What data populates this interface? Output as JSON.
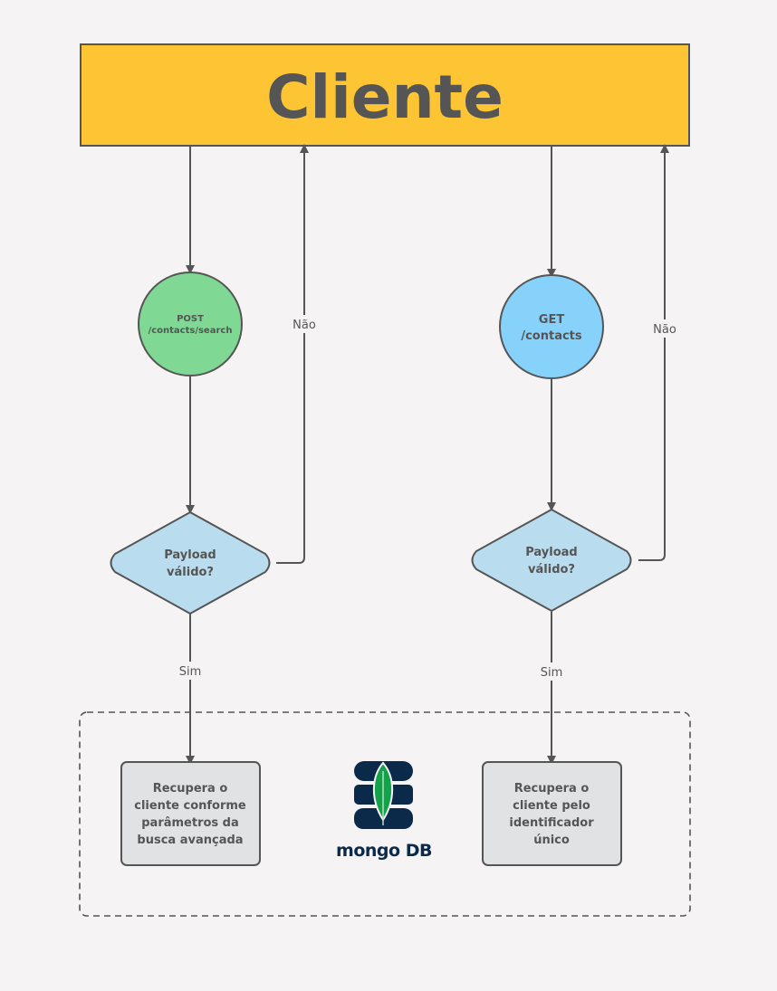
{
  "title": "Cliente",
  "colors": {
    "title_fill": "#fdc534",
    "post_fill": "#7fd894",
    "get_fill": "#87d2fb",
    "decision_fill": "#b9dcee",
    "process_fill": "#e1e2e3",
    "stroke": "#555555",
    "mongo_navy": "#0b2a4a",
    "mongo_leaf": "#13a24a"
  },
  "left_flow": {
    "endpoint_method": "POST",
    "endpoint_path": "/contacts/search",
    "decision_line1": "Payload",
    "decision_line2": "válido?",
    "no_label": "Não",
    "yes_label": "Sim",
    "process_lines": [
      "Recupera o",
      "cliente conforme",
      "parâmetros da",
      "busca avançada"
    ]
  },
  "right_flow": {
    "endpoint_method": "GET",
    "endpoint_path": "/contacts",
    "decision_line1": "Payload",
    "decision_line2": "válido?",
    "no_label": "Não",
    "yes_label": "Sim",
    "process_lines": [
      "Recupera o",
      "cliente pelo",
      "identificador",
      "único"
    ]
  },
  "database": {
    "icon": "mongodb-database-icon",
    "label": "mongo DB"
  }
}
